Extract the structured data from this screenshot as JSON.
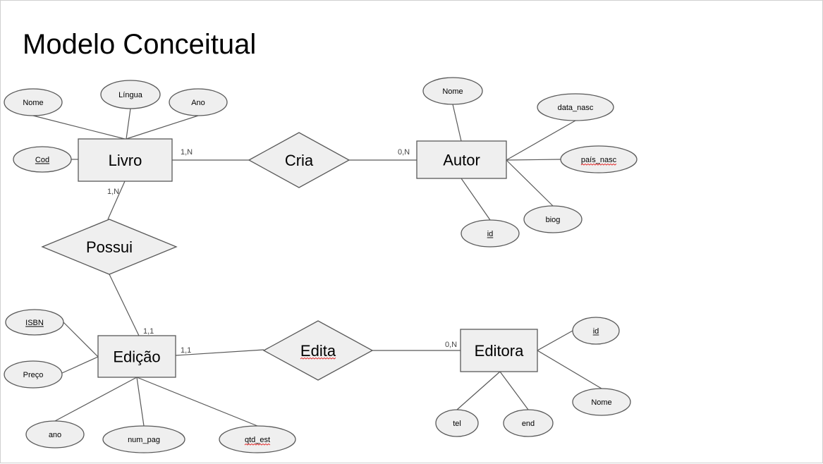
{
  "title": "Modelo Conceitual",
  "entities": [
    {
      "id": "livro",
      "label": "Livro"
    },
    {
      "id": "autor",
      "label": "Autor"
    },
    {
      "id": "edicao",
      "label": "Edição"
    },
    {
      "id": "editora",
      "label": "Editora"
    }
  ],
  "relationships": [
    {
      "id": "cria",
      "label": "Cria"
    },
    {
      "id": "possui",
      "label": "Possui"
    },
    {
      "id": "edita",
      "label": "Edita",
      "spellcheck": true
    }
  ],
  "attributes": [
    {
      "id": "livro-nome",
      "label": "Nome"
    },
    {
      "id": "livro-lingua",
      "label": "Língua"
    },
    {
      "id": "livro-ano",
      "label": "Ano"
    },
    {
      "id": "livro-cod",
      "label": "Cod",
      "key": true
    },
    {
      "id": "autor-nome",
      "label": "Nome"
    },
    {
      "id": "autor-data-nasc",
      "label": "data_nasc"
    },
    {
      "id": "autor-pais-nasc",
      "label": "país_nasc",
      "spellcheck": true
    },
    {
      "id": "autor-biog",
      "label": "biog"
    },
    {
      "id": "autor-id",
      "label": "id",
      "key": true
    },
    {
      "id": "edicao-isbn",
      "label": "ISBN",
      "key": true
    },
    {
      "id": "edicao-preco",
      "label": "Preço"
    },
    {
      "id": "edicao-ano",
      "label": "ano"
    },
    {
      "id": "edicao-num-pag",
      "label": "num_pag"
    },
    {
      "id": "edicao-qtd-est",
      "label": "qtd_est",
      "spellcheck": true
    },
    {
      "id": "editora-id",
      "label": "id",
      "key": true
    },
    {
      "id": "editora-nome",
      "label": "Nome"
    },
    {
      "id": "editora-tel",
      "label": "tel"
    },
    {
      "id": "editora-end",
      "label": "end"
    }
  ],
  "cardinalities": [
    {
      "id": "livro-cria",
      "label": "1,N"
    },
    {
      "id": "autor-cria",
      "label": "0,N"
    },
    {
      "id": "livro-possui",
      "label": "1,N"
    },
    {
      "id": "edicao-possui",
      "label": "1,1"
    },
    {
      "id": "edicao-edita",
      "label": "1,1"
    },
    {
      "id": "editora-edita",
      "label": "0,N"
    }
  ],
  "colors": {
    "shape_fill": "#efefef",
    "shape_stroke": "#595959",
    "spell_underline": "#e02020"
  }
}
